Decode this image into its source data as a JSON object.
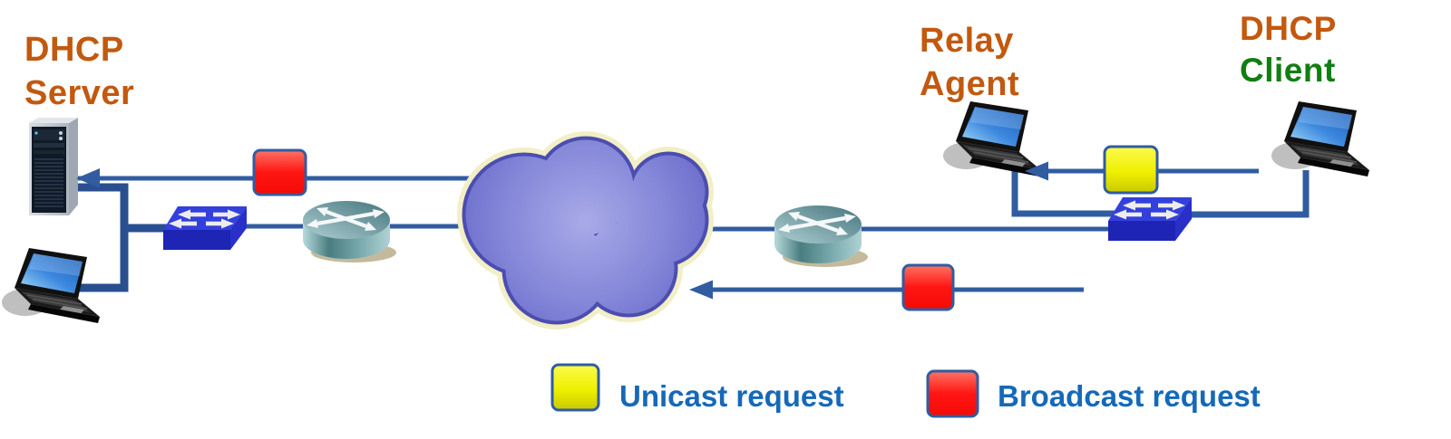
{
  "background": "#FFFFFF",
  "labels": {
    "dhcp_server": {
      "line1": "DHCP",
      "line2": "Server"
    },
    "relay_agent": {
      "line1": "Relay",
      "line2": "Agent"
    },
    "dhcp_client": {
      "line1": "DHCP",
      "line2": "Client"
    }
  },
  "legend": {
    "unicast_label": "Unicast request",
    "broadcast_label": "Broadcast request"
  },
  "icons": {
    "server": "server-tower-icon",
    "laptop": "laptop-icon",
    "switch": "network-switch-icon",
    "router": "router-icon",
    "cloud": "network-cloud-icon",
    "arrow": "arrow-left-icon",
    "broadcast_marker": "red-square-icon",
    "unicast_marker": "yellow-square-icon"
  },
  "colors": {
    "background": "#FFFFFF",
    "label_orange": "#C2590F",
    "client_green": "#117E11",
    "legend_text_blue": "#1569B8",
    "line_blue": "#315CA0",
    "line_dark_blue": "#294F90",
    "broadcast_red": "#FB0A0A",
    "unicast_yellow": "#EDED00",
    "cloud_purple": "#8486D8",
    "cloud_border": "#4B4DB0",
    "cloud_glow": "#F2EEC6",
    "switch_blue": "#3340DC",
    "router_teal": "#6FA3A6"
  }
}
